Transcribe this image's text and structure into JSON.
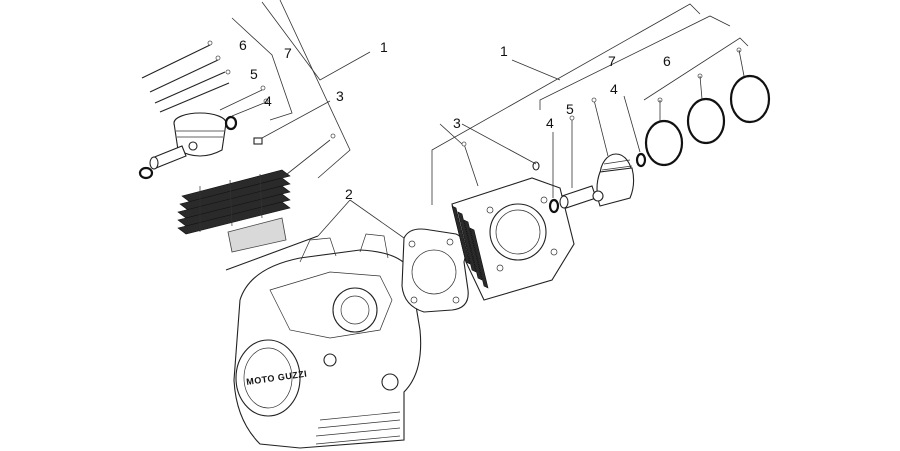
{
  "diagram": {
    "brand_logo": "MOTO GUZZI",
    "left_callouts": [
      "1",
      "2",
      "3",
      "4",
      "5",
      "6",
      "7"
    ],
    "right_callouts": [
      "1",
      "3",
      "4",
      "5",
      "6",
      "7"
    ]
  }
}
